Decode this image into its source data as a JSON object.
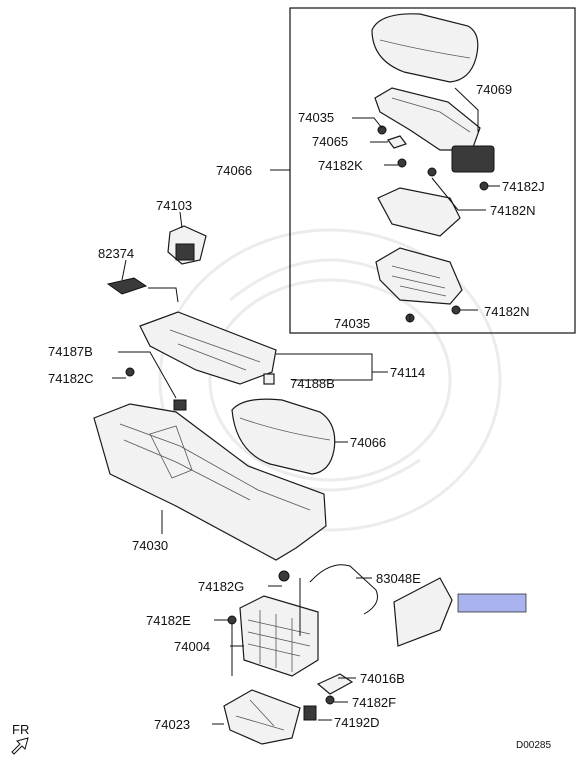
{
  "diagram_id": "D00285",
  "direction_label": "FR",
  "parts": {
    "p74069": "74069",
    "p74035_top": "74035",
    "p74065": "74065",
    "p74182K": "74182K",
    "p74182J": "74182J",
    "p74182N_top": "74182N",
    "p74066_group": "74066",
    "p74035_bottom": "74035",
    "p74182N_bottom": "74182N",
    "p74103": "74103",
    "p82374": "82374",
    "p74187B": "74187B",
    "p74182C": "74182C",
    "p74114": "74114",
    "p74188B": "74188B",
    "p74066_lid": "74066",
    "p74030": "74030",
    "p74182G": "74182G",
    "p83048E": "83048E",
    "p74182E": "74182E",
    "p74004": "74004",
    "p74016B": "74016B",
    "p74182F": "74182F",
    "p74023": "74023",
    "p74192D": "74192D"
  },
  "highlight_color": "#a9b4ee"
}
